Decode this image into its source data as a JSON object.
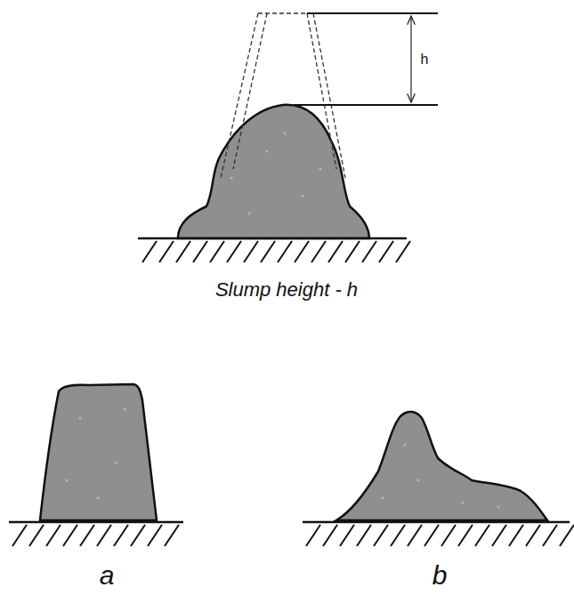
{
  "diagram": {
    "labels": [
      "h",
      "Slump height - h",
      "a",
      "b"
    ]
  }
}
